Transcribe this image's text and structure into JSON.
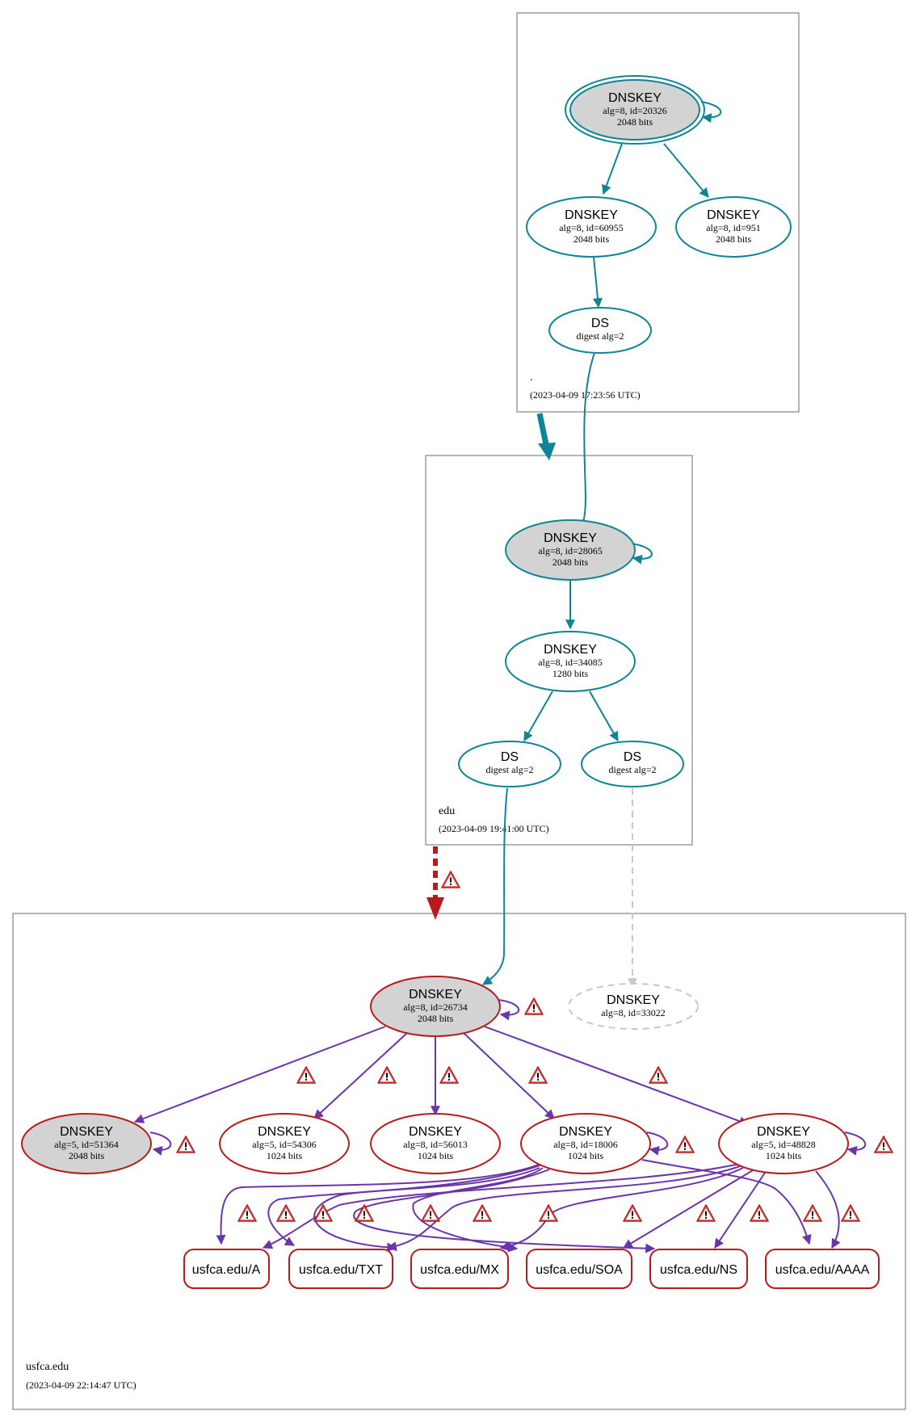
{
  "colors": {
    "secure": "#0e8595",
    "bogus": "#b71c1c",
    "rrsig": "#6a35a8",
    "insecure_ds": "#c8c8c8",
    "ksk_fill": "#d3d3d3",
    "warning": "#c62828"
  },
  "zones": {
    "root": {
      "name": ".",
      "timestamp": "(2023-04-09 17:23:56 UTC)"
    },
    "edu": {
      "name": "edu",
      "timestamp": "(2023-04-09 19:41:00 UTC)"
    },
    "usfca": {
      "name": "usfca.edu",
      "timestamp": "(2023-04-09 22:14:47 UTC)"
    }
  },
  "nodes": {
    "root_ksk": {
      "title": "DNSKEY",
      "line1": "alg=8, id=20326",
      "line2": "2048 bits"
    },
    "root_zsk1": {
      "title": "DNSKEY",
      "line1": "alg=8, id=60955",
      "line2": "2048 bits"
    },
    "root_zsk2": {
      "title": "DNSKEY",
      "line1": "alg=8, id=951",
      "line2": "2048 bits"
    },
    "root_ds": {
      "title": "DS",
      "line1": "digest alg=2"
    },
    "edu_ksk": {
      "title": "DNSKEY",
      "line1": "alg=8, id=28065",
      "line2": "2048 bits"
    },
    "edu_zsk": {
      "title": "DNSKEY",
      "line1": "alg=8, id=34085",
      "line2": "1280 bits"
    },
    "edu_ds1": {
      "title": "DS",
      "line1": "digest alg=2"
    },
    "edu_ds2": {
      "title": "DS",
      "line1": "digest alg=2"
    },
    "usf_ksk": {
      "title": "DNSKEY",
      "line1": "alg=8, id=26734",
      "line2": "2048 bits"
    },
    "usf_missing": {
      "title": "DNSKEY",
      "line1": "alg=8, id=33022"
    },
    "usf_k1": {
      "title": "DNSKEY",
      "line1": "alg=5, id=51364",
      "line2": "2048 bits"
    },
    "usf_k2": {
      "title": "DNSKEY",
      "line1": "alg=5, id=54306",
      "line2": "1024 bits"
    },
    "usf_k3": {
      "title": "DNSKEY",
      "line1": "alg=8, id=56013",
      "line2": "1024 bits"
    },
    "usf_k4": {
      "title": "DNSKEY",
      "line1": "alg=8, id=18006",
      "line2": "1024 bits"
    },
    "usf_k5": {
      "title": "DNSKEY",
      "line1": "alg=5, id=48828",
      "line2": "1024 bits"
    }
  },
  "rrsets": [
    "usfca.edu/A",
    "usfca.edu/TXT",
    "usfca.edu/MX",
    "usfca.edu/SOA",
    "usfca.edu/NS",
    "usfca.edu/AAAA"
  ],
  "icons": {
    "warning": "warning-icon"
  }
}
